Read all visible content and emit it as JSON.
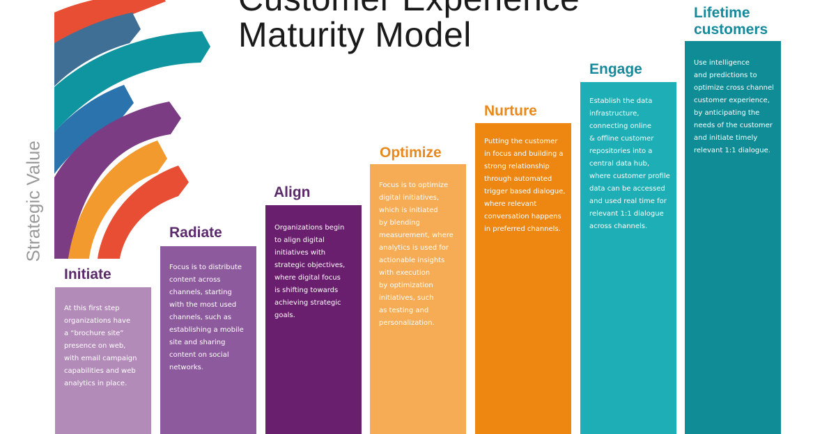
{
  "title": {
    "line1": "Customer Experience",
    "line2": "Maturity Model"
  },
  "axis_label": "Strategic Value",
  "stages": [
    {
      "name": "Initiate",
      "color": "#b38bb9",
      "title_color": "#5a2a6a",
      "description": "At this first step\norganizations have\na “brochure site”\npresence on web,\nwith email campaign\ncapabilities and web\nanalytics in place."
    },
    {
      "name": "Radiate",
      "color": "#8e5a9e",
      "title_color": "#5a2a6a",
      "description": "Focus is to distribute\ncontent across\nchannels, starting\nwith the most used\nchannels, such as\nestablishing a mobile\nsite and sharing\ncontent on social\nnetworks."
    },
    {
      "name": "Align",
      "color": "#6a1f6e",
      "title_color": "#5a2a6a",
      "description": "Organizations begin\nto align digital\ninitiatives with\nstrategic objectives,\nwhere digital focus\nis shifting towards\nachieving strategic\ngoals."
    },
    {
      "name": "Optimize",
      "color": "#f6ab55",
      "title_color": "#e8891e",
      "description": "Focus is to optimize\ndigital initiatives,\nwhich is initiated\nby blending\nmeasurement, where\nanalytics is used for\nactionable insights\nwith execution\nby optimization\ninitiatives, such\nas testing and\npersonalization."
    },
    {
      "name": "Nurture",
      "color": "#ee8711",
      "title_color": "#e8891e",
      "description": "Putting the customer\nin focus and building a\nstrong relationship\nthrough automated\ntrigger based dialogue,\nwhere relevant\nconversation happens\nin preferred channels."
    },
    {
      "name": "Engage",
      "color": "#1eaeb5",
      "title_color": "#16899a",
      "description": "Establish the data\ninfrastructure,\nconnecting online\n& offline customer\nrepositories into a\ncentral data hub,\nwhere customer profile\ndata can be accessed\nand used real time for\nrelevant 1:1 dialogue\nacross channels."
    },
    {
      "name": "Lifetime\ncustomers",
      "color": "#0f8c95",
      "title_color": "#16899a",
      "description": "Use intelligence\nand predictions to\noptimize cross channel\ncustomer experience,\nby anticipating the\nneeds of the customer\nand initiate timely\nrelevant 1:1 dialogue."
    }
  ],
  "arc_colors": {
    "red": "#e84e33",
    "slate": "#3f6f95",
    "teal": "#0f95a0",
    "blue": "#2a73ad",
    "purple": "#7b3c84",
    "orange": "#f39a2e"
  }
}
